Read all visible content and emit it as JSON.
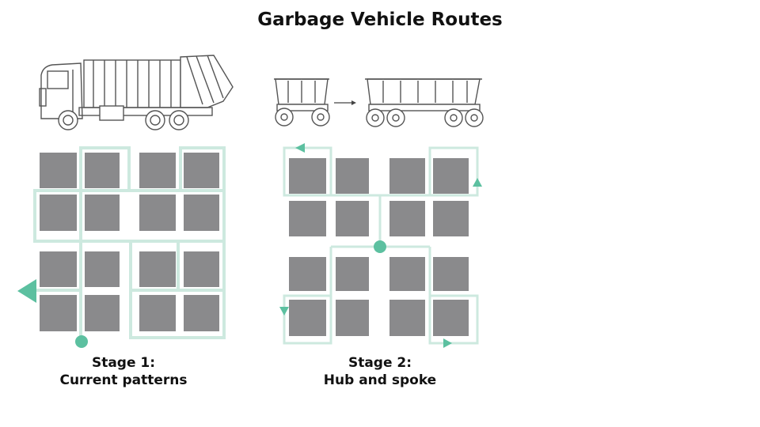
{
  "title": "Garbage Vehicle Routes",
  "colors": {
    "block": "#8a8a8c",
    "route": "#cde9df",
    "marker": "#5cc0a0",
    "vehicle_line": "#555555"
  },
  "icons": [
    "garbage-truck-icon",
    "small-trailer-icon",
    "arrow-right-icon",
    "large-trailer-icon"
  ],
  "stage1": {
    "line1": "Stage 1:",
    "line2": "Current patterns"
  },
  "stage2": {
    "line1": "Stage 2:",
    "line2": "Hub and spoke"
  }
}
